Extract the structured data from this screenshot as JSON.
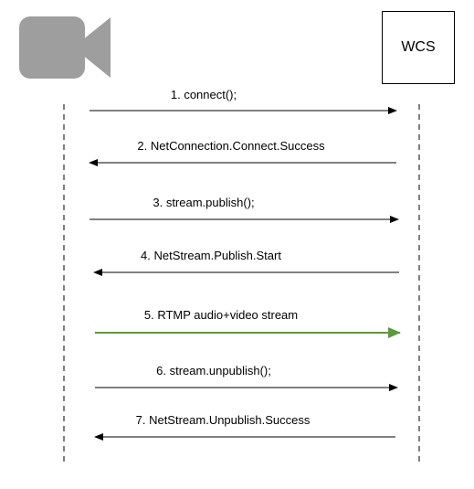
{
  "participants": {
    "client": {
      "icon": "video-camera-icon",
      "color": "#9e9e9e"
    },
    "server": {
      "label": "WCS"
    }
  },
  "messages": [
    {
      "number": 1,
      "label": "1. connect();",
      "direction": "right",
      "color": "#000000"
    },
    {
      "number": 2,
      "label": "2. NetConnection.Connect.Success",
      "direction": "left",
      "color": "#000000"
    },
    {
      "number": 3,
      "label": "3. stream.publish();",
      "direction": "right",
      "color": "#000000"
    },
    {
      "number": 4,
      "label": "4. NetStream.Publish.Start",
      "direction": "left",
      "color": "#000000"
    },
    {
      "number": 5,
      "label": "5. RTMP audio+video stream",
      "direction": "right",
      "color": "#5b9a3c"
    },
    {
      "number": 6,
      "label": "6. stream.unpublish();",
      "direction": "right",
      "color": "#000000"
    },
    {
      "number": 7,
      "label": "7. NetStream.Unpublish.Success",
      "direction": "left",
      "color": "#000000"
    }
  ]
}
